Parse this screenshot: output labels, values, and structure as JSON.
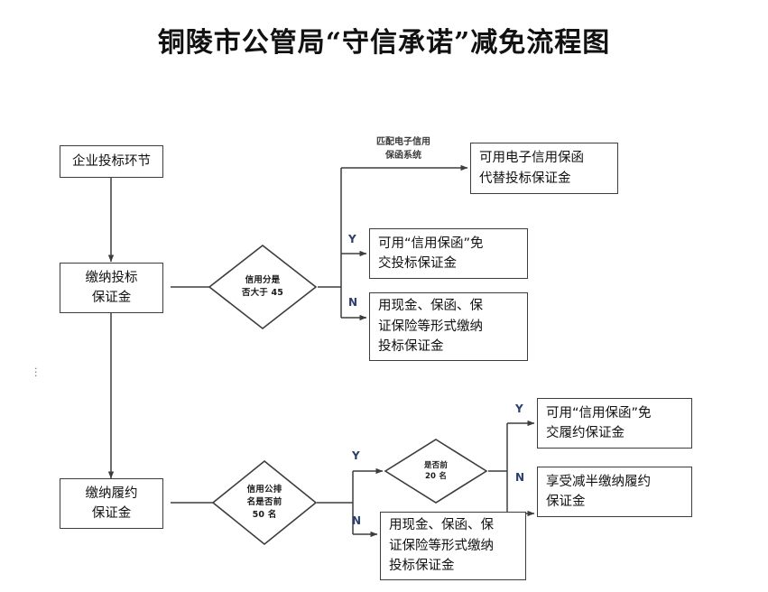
{
  "page": {
    "title": "铜陵市公管局“守信承诺”减免流程图",
    "background_color": "#ffffff",
    "line_color": "#3d3d3d",
    "label_color": "#2c3e6b"
  },
  "nodes": {
    "start": {
      "label": "企业投标环节",
      "type": "process"
    },
    "bid_deposit": {
      "label": "缴纳投标\n保证金",
      "type": "process"
    },
    "credit_score_decision": {
      "label": "信用分是\n否大于 45",
      "type": "decision"
    },
    "ebond_note": {
      "label": "可用电子信用保函\n代替投标保证金",
      "type": "process"
    },
    "bid_exempt": {
      "label": "可用“信用保函”免\n交投标保证金",
      "type": "process"
    },
    "bid_cash": {
      "label": "用现金、保函、保\n证保险等形式缴纳\n投标保证金",
      "type": "process"
    },
    "perf_deposit": {
      "label": "缴纳履约\n保证金",
      "type": "process"
    },
    "rank50_decision": {
      "label": "信用公排\n名是否前\n50 名",
      "type": "decision"
    },
    "rank20_decision": {
      "label": "是否前\n20 名",
      "type": "decision"
    },
    "perf_exempt": {
      "label": "可用“信用保函”免\n交履约保证金",
      "type": "process"
    },
    "perf_half": {
      "label": "享受减半缴纳履约\n保证金",
      "type": "process"
    },
    "perf_cash": {
      "label": "用现金、保函、保\n证保险等形式缴纳\n投标保证金",
      "type": "process"
    }
  },
  "edge_labels": {
    "ebond_system": "匹配电子信用\n保函系统",
    "yes_top": "Y",
    "no_top": "N",
    "yes_bottom": "Y",
    "no_bottom": "N",
    "yes_rank20": "Y",
    "no_rank20": "N"
  },
  "continuation_marker": "⋮"
}
